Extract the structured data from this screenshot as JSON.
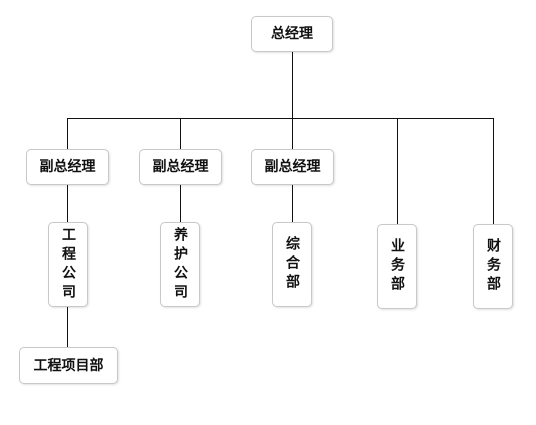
{
  "org_chart": {
    "ceo": {
      "label": "总经理"
    },
    "deputies": [
      {
        "label": "副总经理"
      },
      {
        "label": "副总经理"
      },
      {
        "label": "副总经理"
      }
    ],
    "departments": [
      {
        "label": "工程公司"
      },
      {
        "label": "养护公司"
      },
      {
        "label": "综合部"
      },
      {
        "label": "业务部"
      },
      {
        "label": "财务部"
      }
    ],
    "sub_units": [
      {
        "label": "工程项目部"
      }
    ]
  },
  "colors": {
    "line": "#111111",
    "node_border": "#c8c8c8",
    "node_bg": "#ffffff",
    "text": "#111111"
  }
}
